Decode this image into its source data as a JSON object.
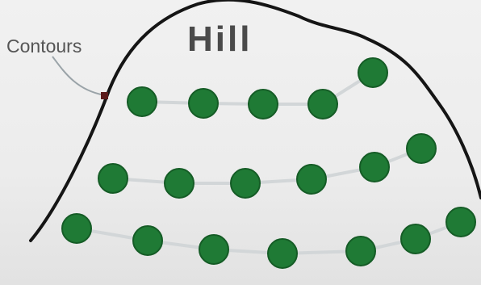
{
  "diagram": {
    "title": "Hill",
    "contour_label": "Contours",
    "colors": {
      "outline": "#151515",
      "tree_fill": "#1f7a35",
      "tree_stroke": "#155c26",
      "contour_line": "#d2d6d8",
      "leader_line": "#9aa3a8",
      "marker": "#5a1a1a"
    },
    "rows": [
      {
        "name": "upper-contour-row",
        "tree_count": 5
      },
      {
        "name": "middle-contour-row",
        "tree_count": 6
      },
      {
        "name": "lower-contour-row",
        "tree_count": 7
      }
    ]
  }
}
